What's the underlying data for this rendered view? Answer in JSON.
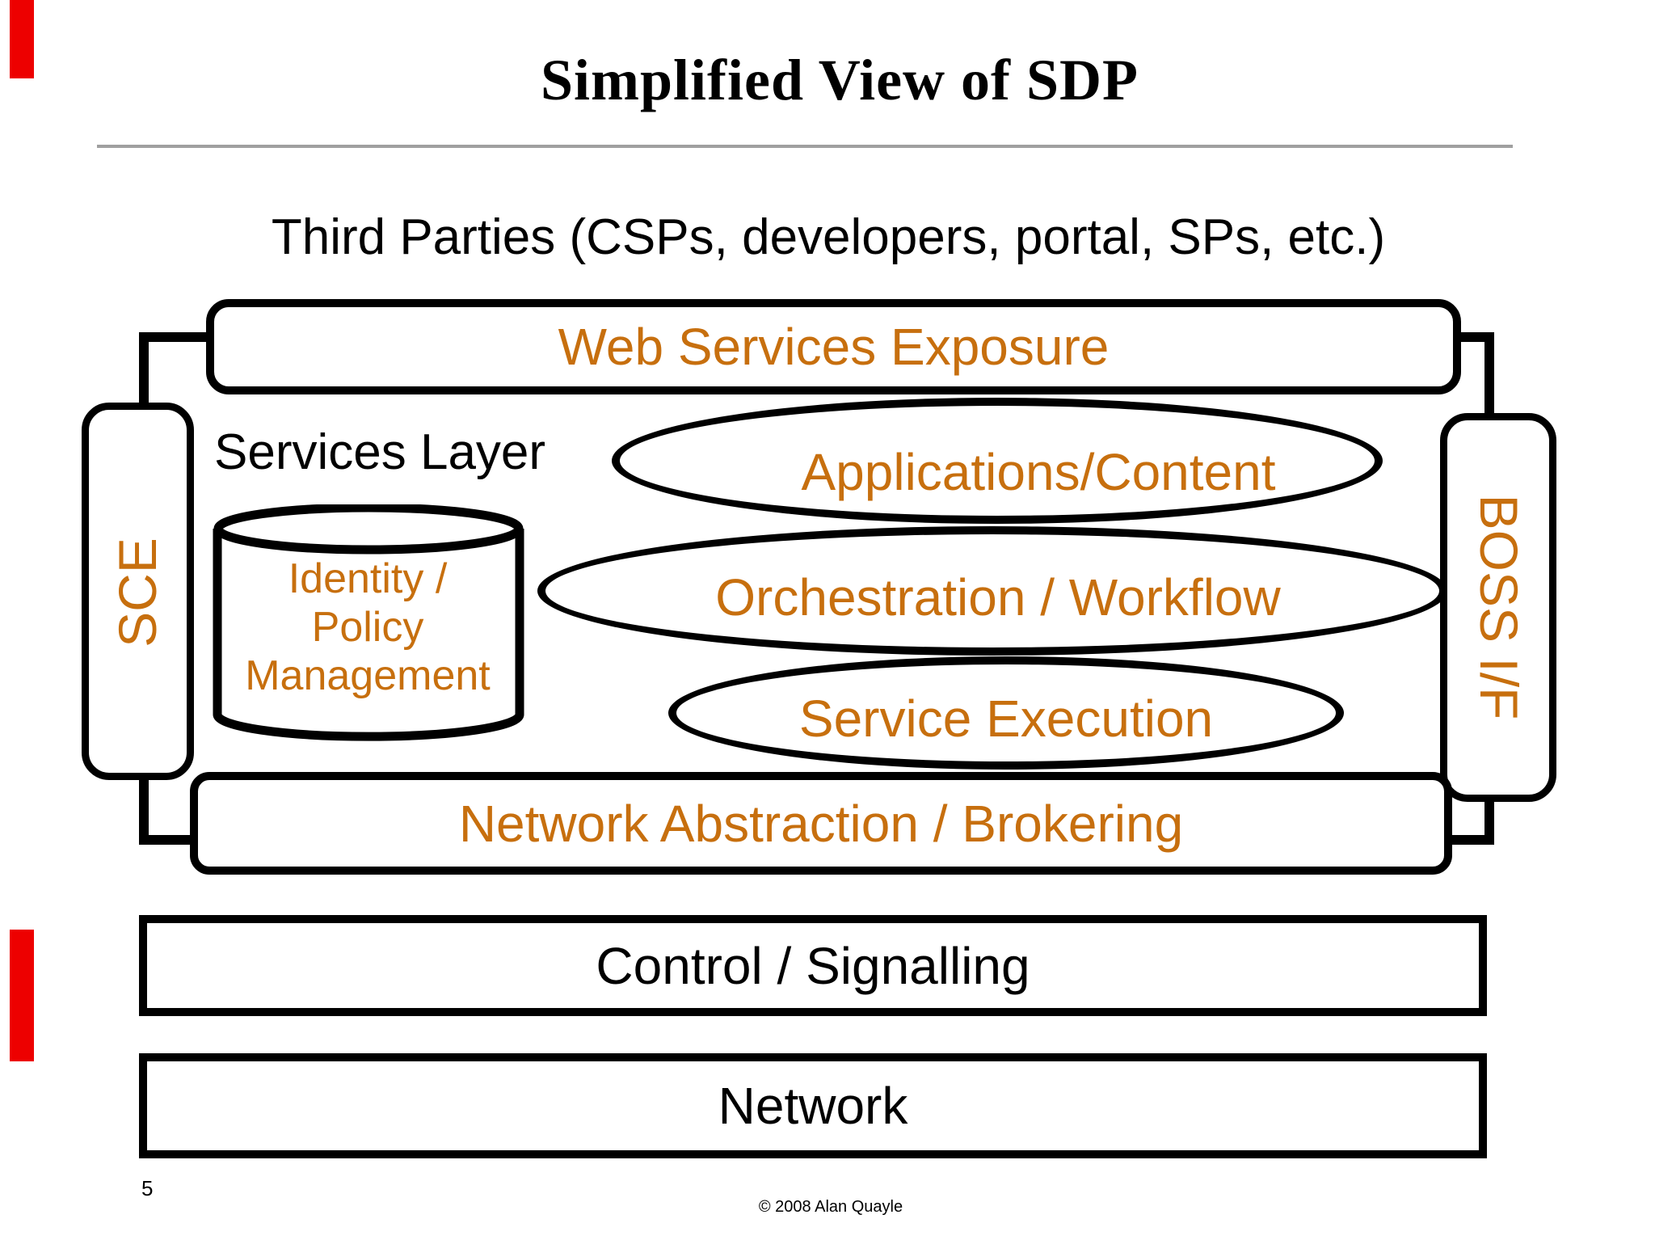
{
  "slide": {
    "title": "Simplified View of SDP",
    "third_parties": "Third Parties (CSPs, developers, portal, SPs, etc.)",
    "page_number": "5",
    "copyright": "© 2008 Alan Quayle"
  },
  "diagram": {
    "web_services_exposure": "Web Services Exposure",
    "services_layer": "Services Layer",
    "sce": "SCE",
    "boss_if": "BOSS I/F",
    "identity_policy_cylinder": {
      "line1": "Identity /",
      "line2": "Policy",
      "line3": "Management"
    },
    "ellipses": {
      "applications": "Applications/Content",
      "orchestration": "Orchestration / Workflow",
      "service_execution": "Service Execution"
    },
    "network_abstraction": "Network Abstraction / Brokering",
    "control_signalling": "Control / Signalling",
    "network": "Network"
  },
  "colors": {
    "accent_orange": "#C76F0E",
    "rule_gray": "#A0A0A0",
    "marker_red": "#ED0000",
    "line_black": "#000000"
  }
}
